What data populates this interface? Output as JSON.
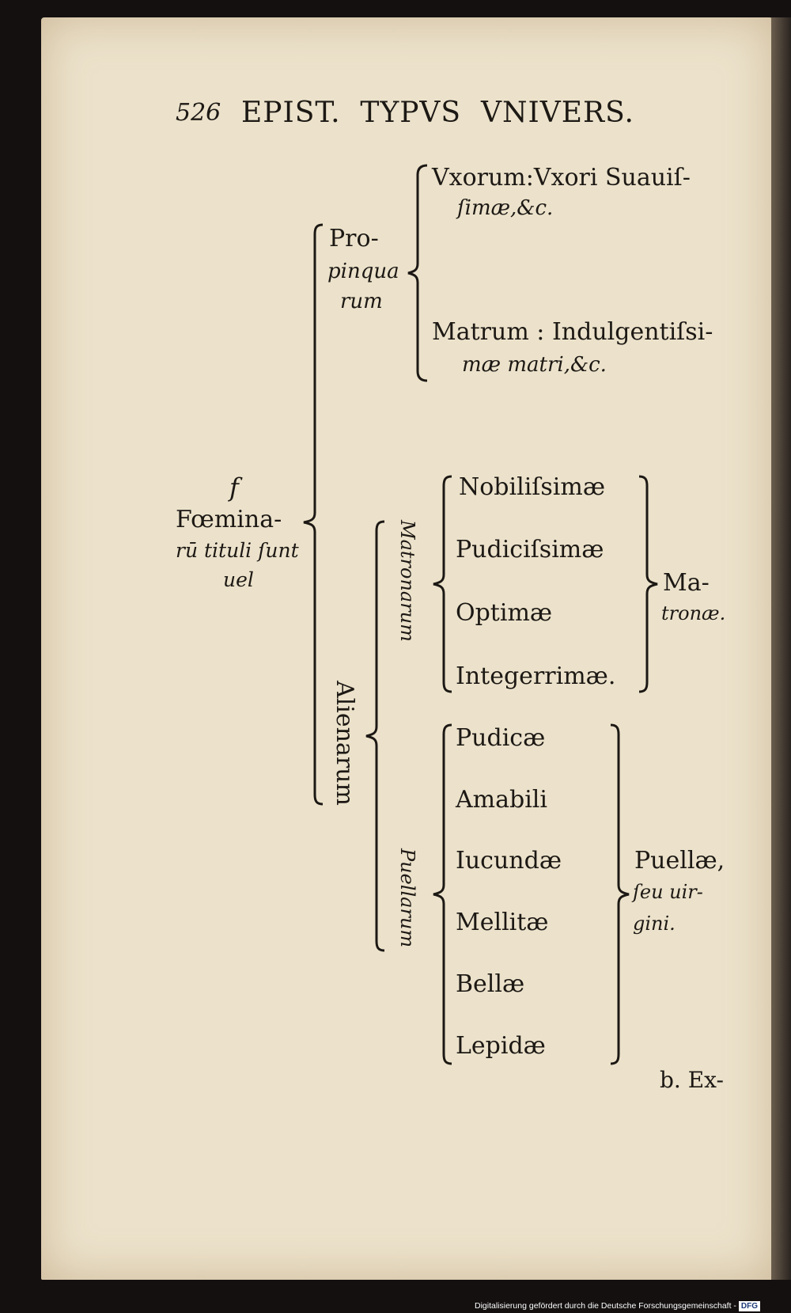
{
  "header": {
    "page_number": "526",
    "title": "EPIST.  TYPVS  VNIVERS."
  },
  "tree": {
    "root": {
      "f": "f",
      "line1": "Fœmina-",
      "line2": "rū tituli ſunt",
      "line3": "uel"
    },
    "propinquarum": {
      "line1": "Pro-",
      "line2": "pinqua",
      "line3": "rum",
      "uxorum_1": "Vxorum:Vxori Suauiſ-",
      "uxorum_2": "ſimæ,&c.",
      "matrum_1": "Matrum : Indulgentiſsi-",
      "matrum_2": "mæ matri,&c."
    },
    "alienarum": {
      "label": "Alienarum",
      "matronarum": {
        "label": "Matronarum",
        "items": [
          "Nobiliſsimæ",
          "Pudiciſsimæ",
          "Optimæ",
          "Integerrimæ."
        ],
        "target_1": "Ma-",
        "target_2": "tronæ."
      },
      "puellarum": {
        "label": "Puellarum",
        "items": [
          "Pudicæ",
          "Amabili",
          "Iucundæ",
          "Mellitæ",
          "Bellæ",
          "Lepidæ"
        ],
        "target_1": "Puellæ,",
        "target_2": "ſeu uir-",
        "target_3": "gini."
      }
    }
  },
  "catchword": "b. Ex-",
  "footer": {
    "text": "Digitalisierung gefördert durch die Deutsche Forschungsgemeinschaft -",
    "logo": "DFG"
  },
  "colors": {
    "paper": "#ece2cb",
    "ink": "#1c1814",
    "background": "#141010"
  }
}
